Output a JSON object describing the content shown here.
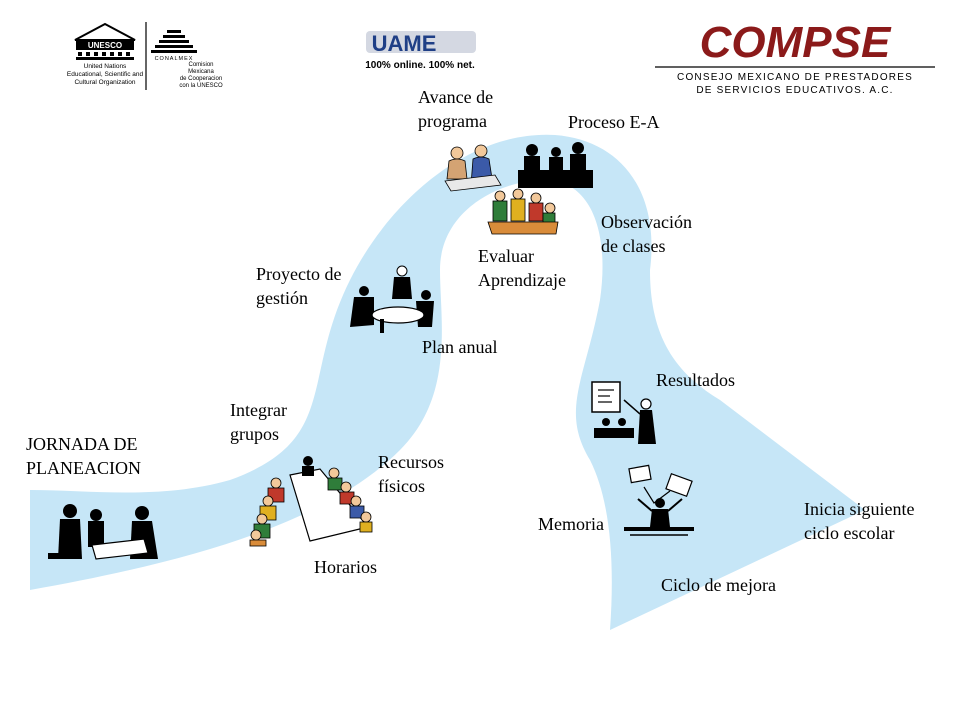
{
  "colors": {
    "path_fill": "#c6e6f7",
    "ink": "#000000",
    "compse_red": "#8b1a1a",
    "uame_blue": "#1f3f86",
    "uame_bar": "#d4d8e2"
  },
  "logos": {
    "unesco": {
      "wordmark": "UNESCO",
      "lines": [
        "United Nations",
        "Educational, Scientific and",
        "Cultural Organization"
      ]
    },
    "conalmex": {
      "wordmark": "CONALMEX",
      "lines": [
        "Comision",
        "Mexicana",
        "de Cooperacion",
        "con la UNESCO"
      ]
    },
    "uame": {
      "wordmark": "UAME",
      "tagline": "100% online. 100% net."
    },
    "compse": {
      "wordmark": "COMPSE",
      "line1": "CONSEJO MEXICANO DE PRESTADORES",
      "line2": "DE SERVICIOS EDUCATIVOS. A.C."
    }
  },
  "labels": {
    "jornada": "JORNADA DE\nPLANEACION",
    "integrar": "Integrar\ngrupos",
    "recursos": "Recursos\nfísicos",
    "horarios": "Horarios",
    "proyecto": "Proyecto de\ngestión",
    "plan_anual": "Plan anual",
    "avance": "Avance de\nprograma",
    "proceso": "Proceso E-A",
    "observacion": "Observación\nde clases",
    "evaluar": "Evaluar\nAprendizaje",
    "resultados": "Resultados",
    "memoria": "Memoria",
    "ciclo": "Ciclo de mejora",
    "inicia": "Inicia siguiente\nciclo escolar"
  }
}
